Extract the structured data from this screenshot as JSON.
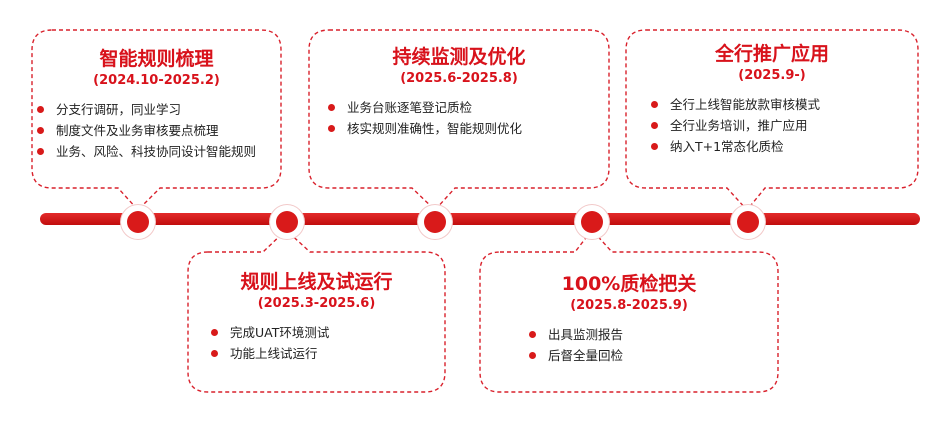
{
  "accent_color": "#d8121b",
  "stages": [
    {
      "title": "智能规则梳理",
      "period": "(2024.10-2025.2)",
      "items": [
        "分支行调研，同业学习",
        "制度文件及业务审核要点梳理",
        "业务、风险、科技协同设计智能规则"
      ]
    },
    {
      "title": "规则上线及试运行",
      "period": "(2025.3-2025.6)",
      "items": [
        "完成UAT环境测试",
        "功能上线试运行"
      ]
    },
    {
      "title": "持续监测及优化",
      "period": "(2025.6-2025.8)",
      "items": [
        "业务台账逐笔登记质检",
        "核实规则准确性，智能规则优化"
      ]
    },
    {
      "title": "100%质检把关",
      "period": "(2025.8-2025.9)",
      "items": [
        "出具监测报告",
        "后督全量回检"
      ]
    },
    {
      "title": "全行推广应用",
      "period": "(2025.9-)",
      "items": [
        "全行上线智能放款审核模式",
        "全行业务培训，推广应用",
        "纳入T+1常态化质检"
      ]
    }
  ]
}
